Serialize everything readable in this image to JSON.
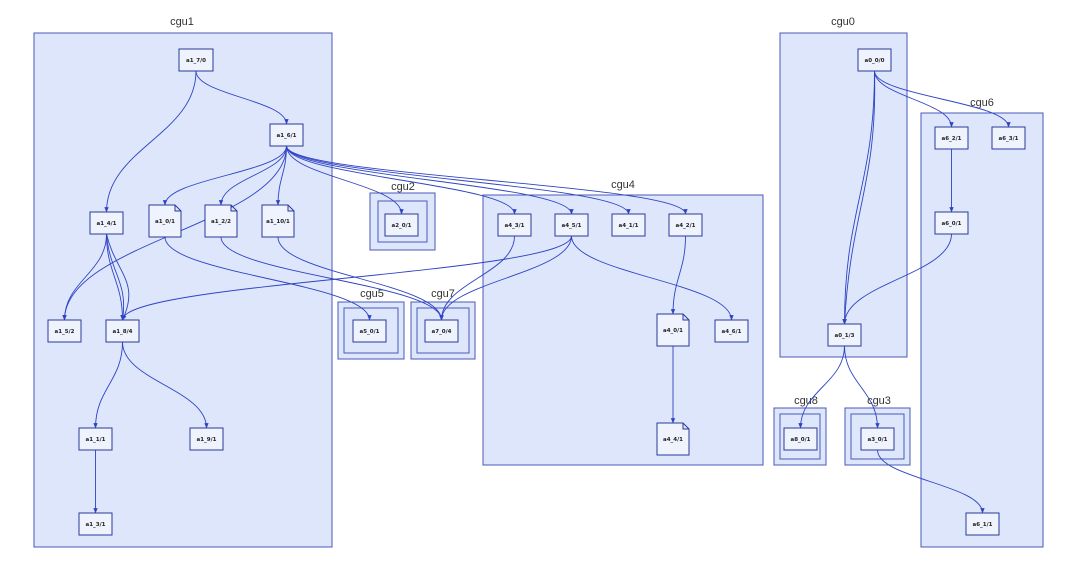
{
  "clusters": [
    {
      "id": "cgu1",
      "label": "cgu1"
    },
    {
      "id": "cgu0",
      "label": "cgu0"
    },
    {
      "id": "cgu6",
      "label": "cgu6"
    },
    {
      "id": "cgu2",
      "label": "cgu2"
    },
    {
      "id": "cgu4",
      "label": "cgu4"
    },
    {
      "id": "cgu5",
      "label": "cgu5"
    },
    {
      "id": "cgu7",
      "label": "cgu7"
    },
    {
      "id": "cgu8",
      "label": "cgu8"
    },
    {
      "id": "cgu3",
      "label": "cgu3"
    }
  ],
  "nodes": [
    {
      "id": "a1_7",
      "label": "a1_7/0",
      "shape": "box"
    },
    {
      "id": "a1_6",
      "label": "a1_6/1",
      "shape": "box"
    },
    {
      "id": "a1_4",
      "label": "a1_4/1",
      "shape": "box"
    },
    {
      "id": "a1_0",
      "label": "a1_0/1",
      "shape": "note"
    },
    {
      "id": "a1_2",
      "label": "a1_2/2",
      "shape": "note"
    },
    {
      "id": "a1_10",
      "label": "a1_10/1",
      "shape": "note"
    },
    {
      "id": "a1_5",
      "label": "a1_5/2",
      "shape": "box"
    },
    {
      "id": "a1_8",
      "label": "a1_8/4",
      "shape": "box"
    },
    {
      "id": "a1_1",
      "label": "a1_1/1",
      "shape": "box"
    },
    {
      "id": "a1_9",
      "label": "a1_9/1",
      "shape": "box"
    },
    {
      "id": "a1_3",
      "label": "a1_3/1",
      "shape": "box"
    },
    {
      "id": "a2_0",
      "label": "a2_0/1",
      "shape": "box"
    },
    {
      "id": "a5_0",
      "label": "a5_0/1",
      "shape": "box"
    },
    {
      "id": "a7_0",
      "label": "a7_0/4",
      "shape": "box"
    },
    {
      "id": "a4_3",
      "label": "a4_3/1",
      "shape": "box"
    },
    {
      "id": "a4_5",
      "label": "a4_5/1",
      "shape": "box"
    },
    {
      "id": "a4_1",
      "label": "a4_1/1",
      "shape": "box"
    },
    {
      "id": "a4_2",
      "label": "a4_2/1",
      "shape": "box"
    },
    {
      "id": "a4_0",
      "label": "a4_0/1",
      "shape": "note"
    },
    {
      "id": "a4_6",
      "label": "a4_6/1",
      "shape": "box"
    },
    {
      "id": "a4_4",
      "label": "a4_4/1",
      "shape": "note"
    },
    {
      "id": "a0_0",
      "label": "a0_0/0",
      "shape": "box"
    },
    {
      "id": "a0_1",
      "label": "a0_1/3",
      "shape": "box"
    },
    {
      "id": "a6_2",
      "label": "a6_2/1",
      "shape": "box"
    },
    {
      "id": "a6_3",
      "label": "a6_3/1",
      "shape": "box"
    },
    {
      "id": "a6_0",
      "label": "a6_0/1",
      "shape": "box"
    },
    {
      "id": "a6_1",
      "label": "a6_1/1",
      "shape": "box"
    },
    {
      "id": "a8_0",
      "label": "a8_0/1",
      "shape": "box"
    },
    {
      "id": "a3_0",
      "label": "a3_0/1",
      "shape": "box"
    }
  ],
  "edges": [
    {
      "from": "a1_7",
      "to": "a1_4"
    },
    {
      "from": "a1_7",
      "to": "a1_6"
    },
    {
      "from": "a1_6",
      "to": "a1_5"
    },
    {
      "from": "a1_6",
      "to": "a1_0"
    },
    {
      "from": "a1_6",
      "to": "a1_2"
    },
    {
      "from": "a1_6",
      "to": "a1_10"
    },
    {
      "from": "a1_6",
      "to": "a2_0"
    },
    {
      "from": "a1_6",
      "to": "a4_3"
    },
    {
      "from": "a1_6",
      "to": "a4_5"
    },
    {
      "from": "a1_6",
      "to": "a4_1"
    },
    {
      "from": "a1_6",
      "to": "a4_2"
    },
    {
      "from": "a1_4",
      "to": "a1_5"
    },
    {
      "from": "a1_4",
      "to": "a1_8"
    },
    {
      "from": "a1_4",
      "to": "a1_8"
    },
    {
      "from": "a1_4",
      "to": "a1_8"
    },
    {
      "from": "a1_0",
      "to": "a5_0"
    },
    {
      "from": "a1_2",
      "to": "a7_0"
    },
    {
      "from": "a1_10",
      "to": "a7_0"
    },
    {
      "from": "a1_8",
      "to": "a1_1"
    },
    {
      "from": "a1_8",
      "to": "a1_9"
    },
    {
      "from": "a1_1",
      "to": "a1_3"
    },
    {
      "from": "a4_5",
      "to": "a1_8"
    },
    {
      "from": "a4_3",
      "to": "a7_0"
    },
    {
      "from": "a4_5",
      "to": "a7_0"
    },
    {
      "from": "a4_5",
      "to": "a4_6"
    },
    {
      "from": "a4_2",
      "to": "a4_0"
    },
    {
      "from": "a4_0",
      "to": "a4_4"
    },
    {
      "from": "a0_0",
      "to": "a0_1"
    },
    {
      "from": "a0_0",
      "to": "a0_1"
    },
    {
      "from": "a0_0",
      "to": "a6_2"
    },
    {
      "from": "a0_0",
      "to": "a6_3"
    },
    {
      "from": "a6_2",
      "to": "a6_0"
    },
    {
      "from": "a6_0",
      "to": "a0_1"
    },
    {
      "from": "a0_1",
      "to": "a8_0"
    },
    {
      "from": "a0_1",
      "to": "a3_0"
    },
    {
      "from": "a3_0",
      "to": "a6_1"
    }
  ]
}
